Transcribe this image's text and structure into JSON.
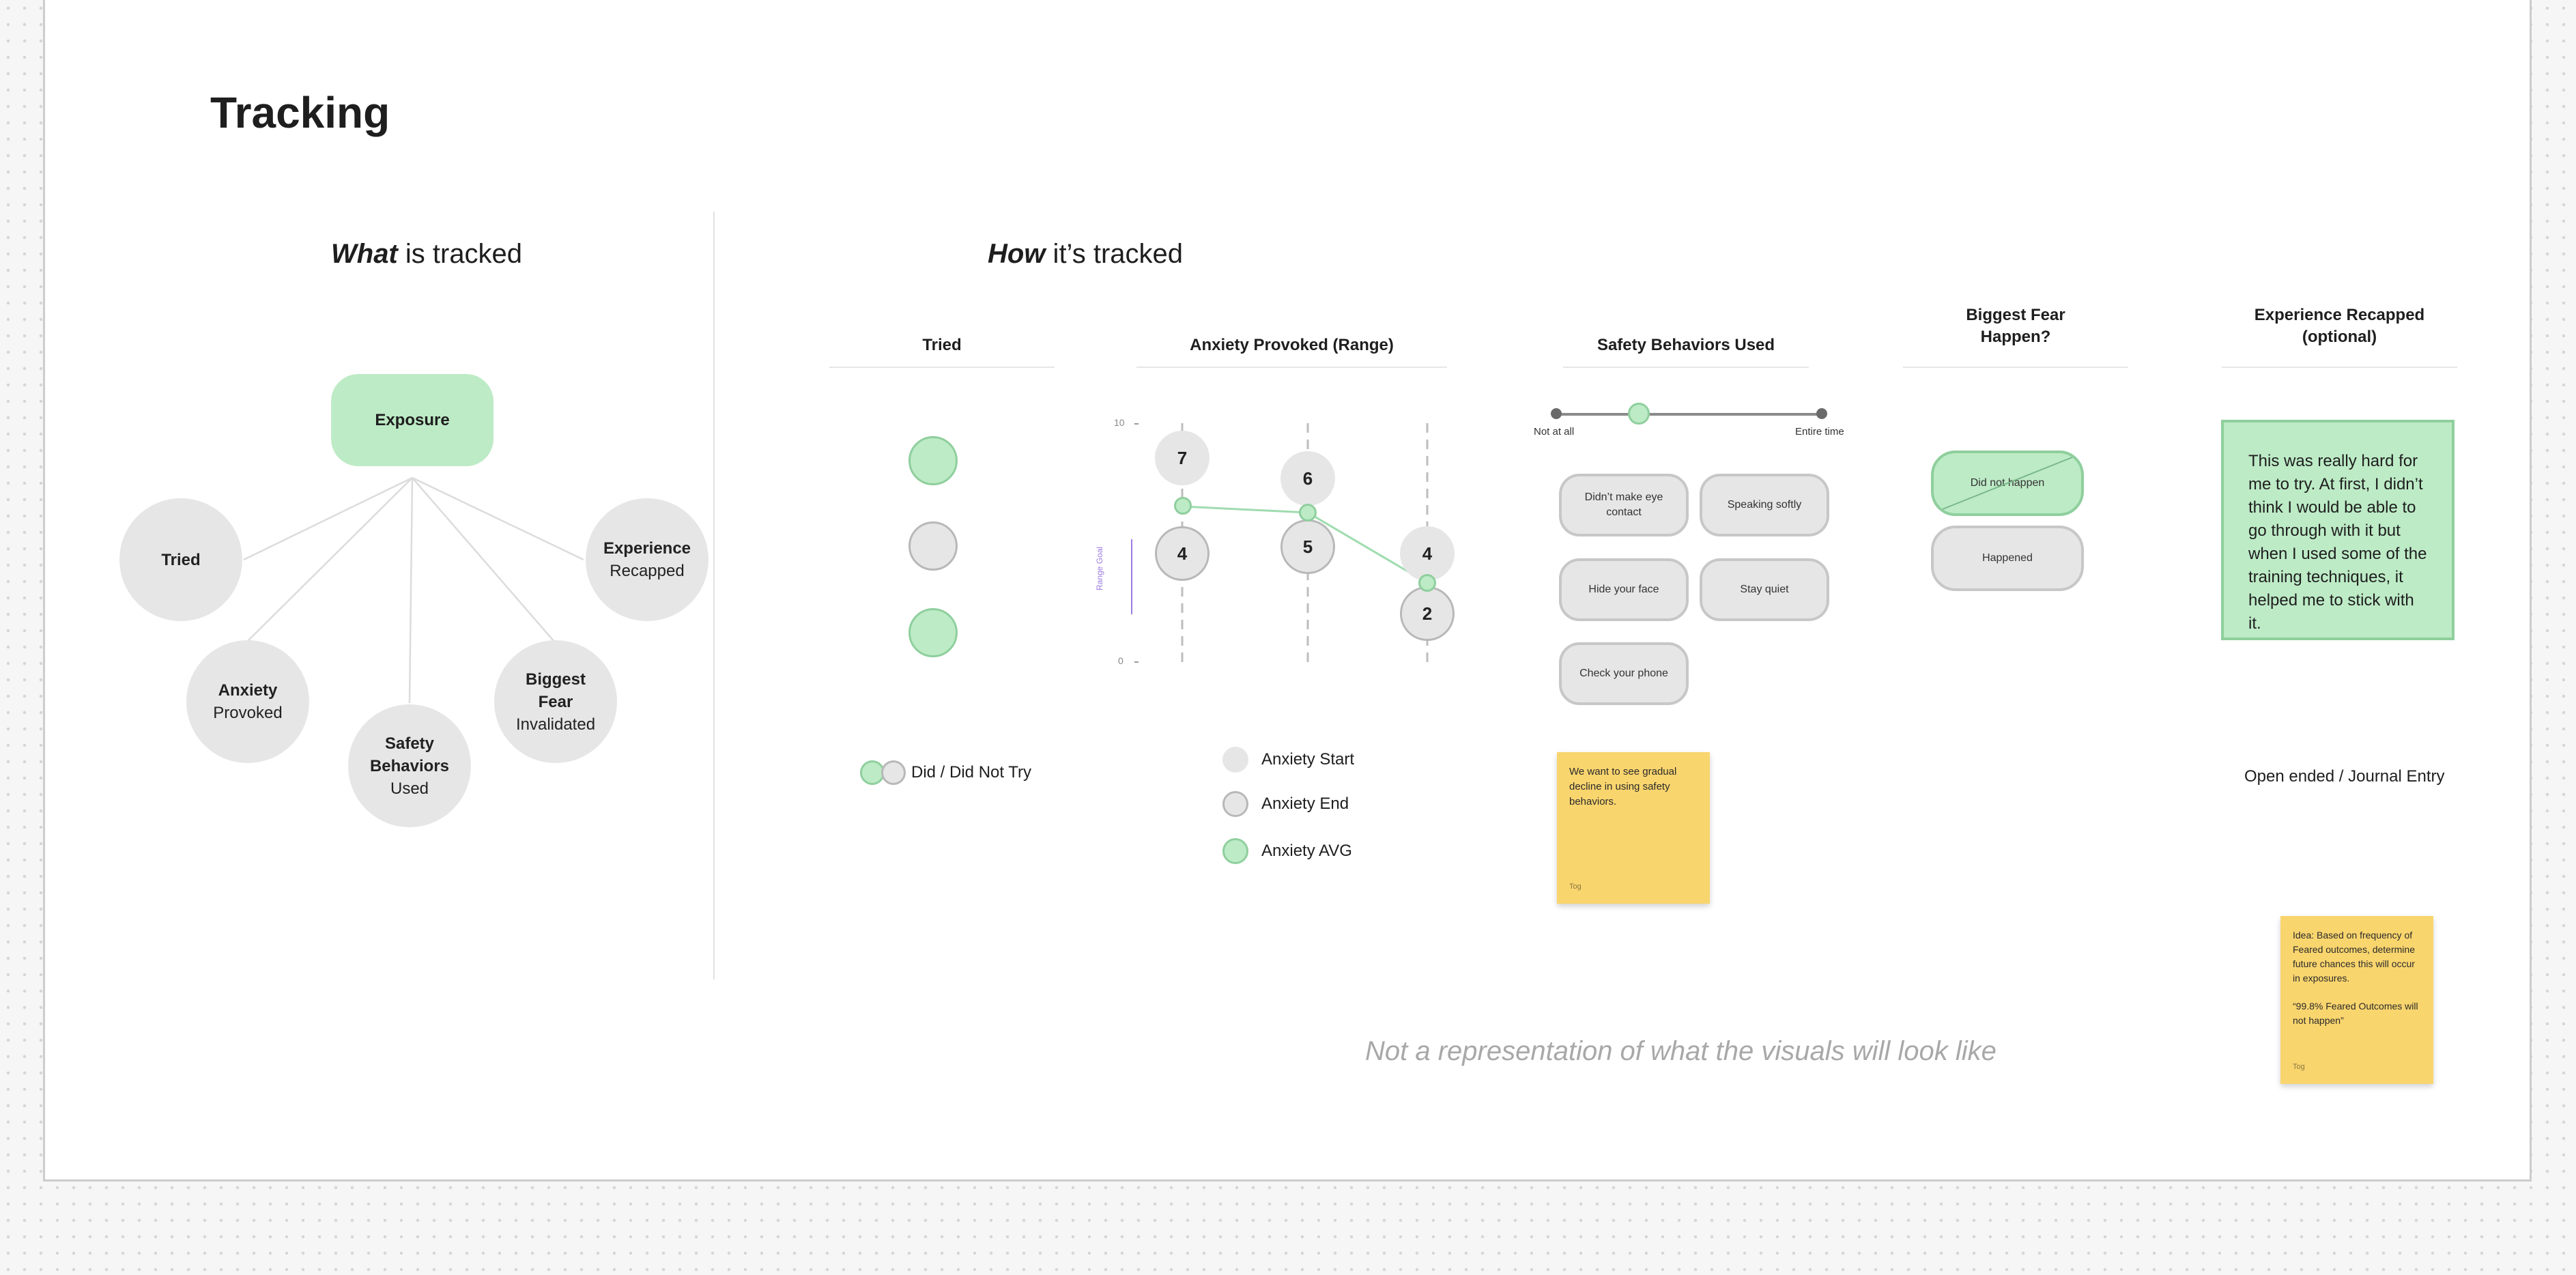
{
  "title": "Tracking",
  "what_heading": {
    "emph": "What",
    "rest": " is tracked"
  },
  "how_heading": {
    "emph": "How",
    "rest": " it’s tracked"
  },
  "diagram": {
    "center": "Exposure",
    "nodes": {
      "tried": {
        "line1": "Tried"
      },
      "anxiety": {
        "bold": "Anxiety",
        "rest": "Provoked"
      },
      "safety": {
        "bold1": "Safety",
        "bold2": "Behaviors",
        "rest": "Used"
      },
      "fear": {
        "bold1": "Biggest",
        "bold2": "Fear",
        "rest": "Invalidated"
      },
      "experience": {
        "bold": "Experience",
        "rest": "Recapped"
      }
    }
  },
  "columns": {
    "tried": "Tried",
    "anxiety": "Anxiety Provoked (Range)",
    "safety": "Safety Behaviors Used",
    "fear_line1": "Biggest Fear",
    "fear_line2": "Happen?",
    "exp_line1": "Experience Recapped",
    "exp_line2": "(optional)"
  },
  "tried_column": {
    "dots": [
      "tried",
      "not-tried",
      "tried"
    ],
    "legend": "Did / Did Not Try"
  },
  "anxiety_chart": {
    "y_top_label": "10",
    "y_bottom_label": "0",
    "y_axis_label": "Range Goal",
    "starts": [
      "7",
      "6",
      "4"
    ],
    "ends": [
      "4",
      "5",
      "2"
    ],
    "legend": {
      "start": "Anxiety Start",
      "end": "Anxiety End",
      "avg": "Anxiety AVG"
    }
  },
  "safety_column": {
    "slider_left": "Not at all",
    "slider_right": "Entire time",
    "slider_value_fraction": 0.3,
    "behaviors": [
      "Didn’t make eye contact",
      "Speaking softly",
      "Hide your face",
      "Stay quiet",
      "Check your phone"
    ],
    "sticky_text": "We want to see gradual decline in using safety behaviors.",
    "sticky_author": "Tog"
  },
  "fear_column": {
    "option_selected": "Did not happen",
    "option_other": "Happened"
  },
  "experience_column": {
    "journal": "This was really hard for me to try. At first, I didn’t think I would be able to go through with it but when I used some of the training techniques, it helped me to stick with it.",
    "caption": "Open ended / Journal Entry",
    "sticky_line1": "Idea: Based on frequency of Feared outcomes, determine future chances this will occur in exposures.",
    "sticky_line2": "“99.8% Feared Outcomes will not happen”",
    "sticky_author": "Tog"
  },
  "footnote": "Not a representation of what the visuals will look like",
  "colors": {
    "green": "#bdebc6",
    "grey": "#e6e6e6",
    "sticky": "#f9d56e",
    "purple": "#9b7be0"
  }
}
